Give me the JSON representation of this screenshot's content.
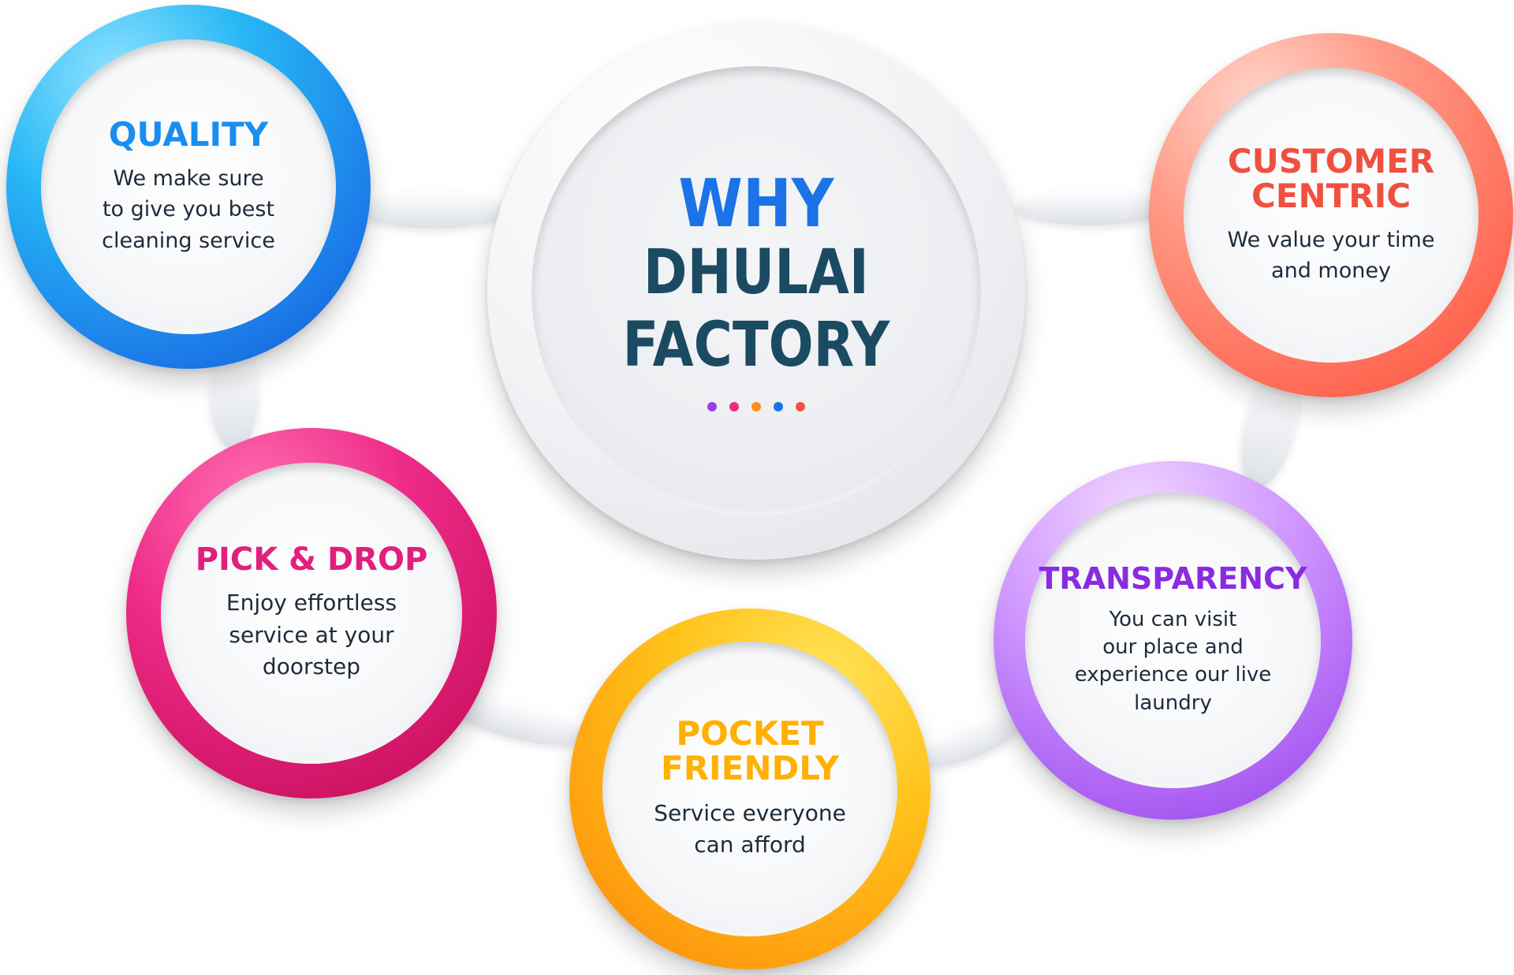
{
  "center": {
    "why": "WHY",
    "brand": "DHULAI\nFACTORY",
    "dot_colors": [
      "#9b3cf0",
      "#ee2a87",
      "#ff8a1f",
      "#1a73e8",
      "#f5503f"
    ]
  },
  "nodes": {
    "quality": {
      "title": "QUALITY",
      "desc": "We make sure\nto give you best\ncleaning service",
      "color": "#1a8ef0"
    },
    "customer": {
      "title": "CUSTOMER\nCENTRIC",
      "desc": "We value your time\nand money",
      "color": "#f0503f"
    },
    "pickdrop": {
      "title": "PICK & DROP",
      "desc": "Enjoy effortless\nservice at your\ndoorstep",
      "color": "#e11f7c"
    },
    "transparency": {
      "title": "TRANSPARENCY",
      "desc": "You can visit\nour place and\nexperience our live\nlaundry",
      "color": "#8a2be2"
    },
    "pocket": {
      "title": "POCKET\nFRIENDLY",
      "desc": "Service everyone\ncan afford",
      "color": "#ffb000"
    }
  }
}
